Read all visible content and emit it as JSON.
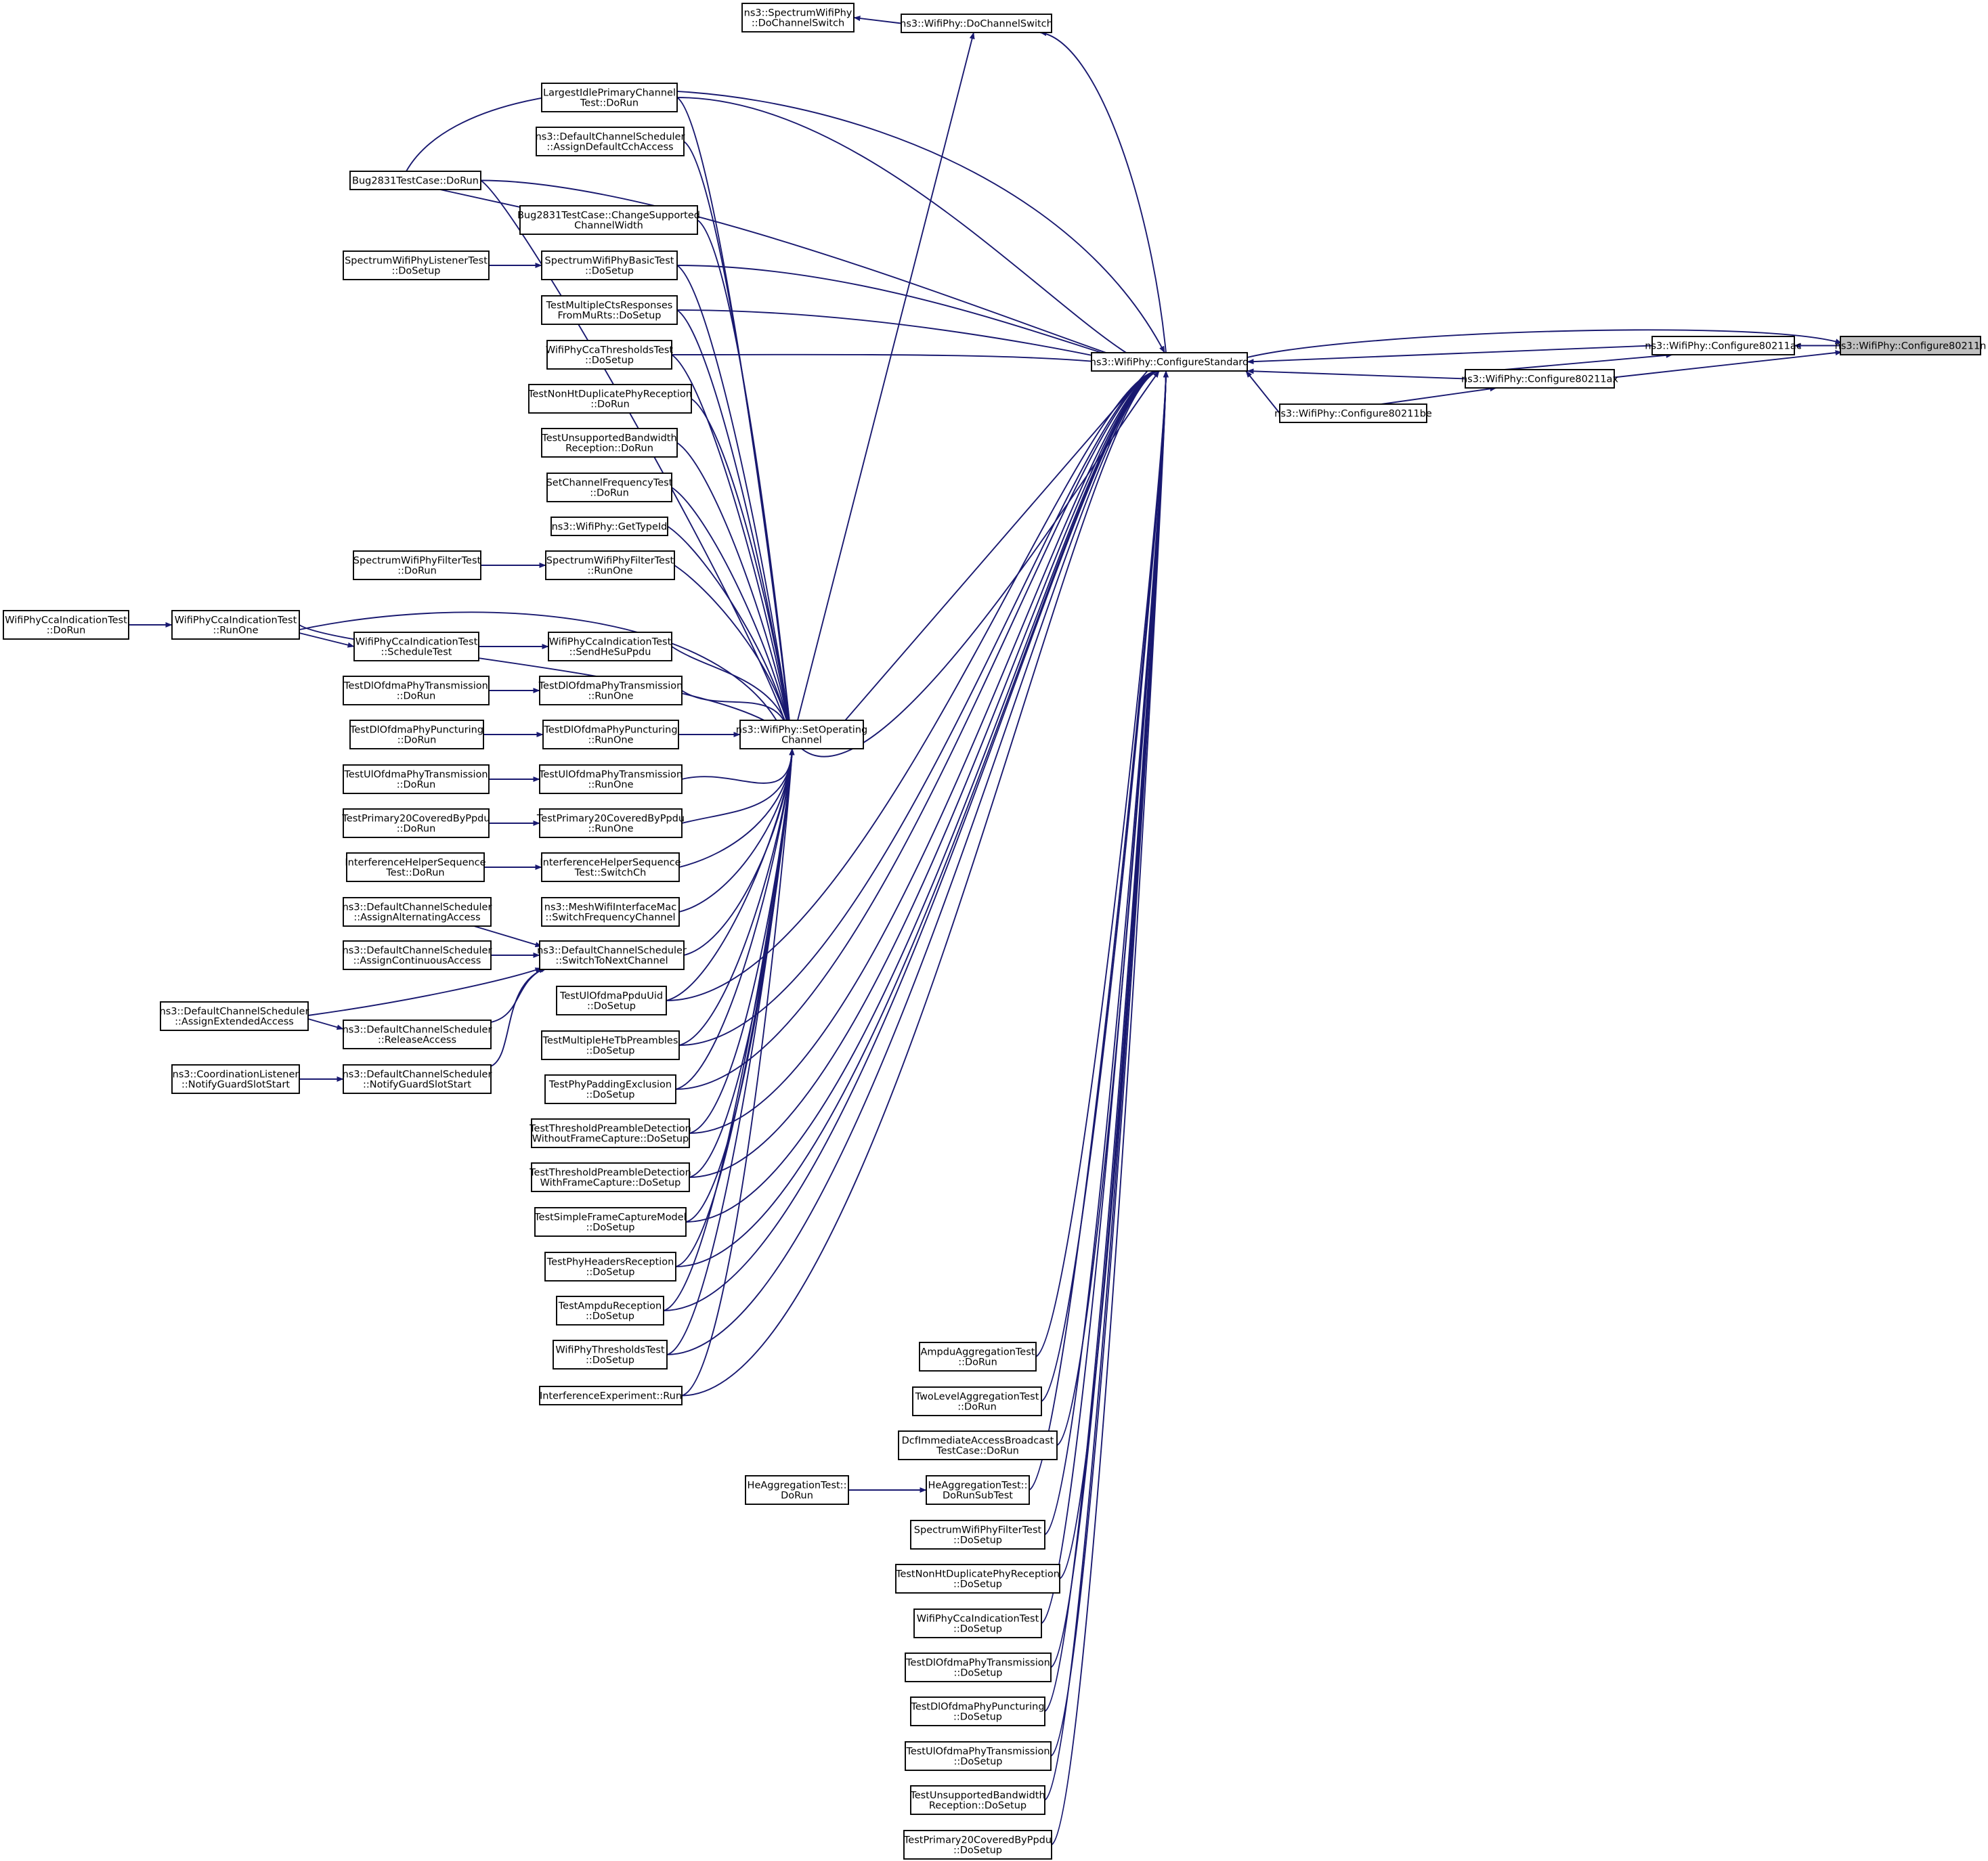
{
  "graph": {
    "edge_color": "#191970",
    "focus_fill": "#bfbfbf",
    "nodes": [
      {
        "id": "focus",
        "lines": [
          "ns3::WifiPhy::Configure80211n"
        ],
        "focus": true
      },
      {
        "id": "c80211ac",
        "lines": [
          "ns3::WifiPhy::Configure80211ac"
        ]
      },
      {
        "id": "c80211ax",
        "lines": [
          "ns3::WifiPhy::Configure80211ax"
        ]
      },
      {
        "id": "c80211be",
        "lines": [
          "ns3::WifiPhy::Configure80211be"
        ]
      },
      {
        "id": "cstd",
        "lines": [
          "ns3::WifiPhy::ConfigureStandard"
        ]
      },
      {
        "id": "setop",
        "lines": [
          "ns3::WifiPhy::SetOperating",
          "Channel"
        ]
      },
      {
        "id": "dochsw",
        "lines": [
          "ns3::WifiPhy::DoChannelSwitch"
        ]
      },
      {
        "id": "specdochsw",
        "lines": [
          "ns3::SpectrumWifiPhy",
          "::DoChannelSwitch"
        ]
      },
      {
        "id": "largest",
        "lines": [
          "LargestIdlePrimaryChannel",
          "Test::DoRun"
        ]
      },
      {
        "id": "dcsassigndef",
        "lines": [
          "ns3::DefaultChannelScheduler",
          "::AssignDefaultCchAccess"
        ]
      },
      {
        "id": "bug2831run",
        "lines": [
          "Bug2831TestCase::DoRun"
        ]
      },
      {
        "id": "bug2831chg",
        "lines": [
          "Bug2831TestCase::ChangeSupported",
          "ChannelWidth"
        ]
      },
      {
        "id": "specbasic",
        "lines": [
          "SpectrumWifiPhyBasicTest",
          "::DoSetup"
        ]
      },
      {
        "id": "speclistener",
        "lines": [
          "SpectrumWifiPhyListenerTest",
          "::DoSetup"
        ]
      },
      {
        "id": "multicts",
        "lines": [
          "TestMultipleCtsResponses",
          "FromMuRts::DoSetup"
        ]
      },
      {
        "id": "ccathresh",
        "lines": [
          "WifiPhyCcaThresholdsTest",
          "::DoSetup"
        ]
      },
      {
        "id": "nonhtrun",
        "lines": [
          "TestNonHtDuplicatePhyReception",
          "::DoRun"
        ]
      },
      {
        "id": "unsupbwrun",
        "lines": [
          "TestUnsupportedBandwidth",
          "Reception::DoRun"
        ]
      },
      {
        "id": "setchfreq",
        "lines": [
          "SetChannelFrequencyTest",
          "::DoRun"
        ]
      },
      {
        "id": "gettypeid",
        "lines": [
          "ns3::WifiPhy::GetTypeId"
        ]
      },
      {
        "id": "filterrunone",
        "lines": [
          "SpectrumWifiPhyFilterTest",
          "::RunOne"
        ]
      },
      {
        "id": "filterdorun",
        "lines": [
          "SpectrumWifiPhyFilterTest",
          "::DoRun"
        ]
      },
      {
        "id": "ccaindrunone",
        "lines": [
          "WifiPhyCcaIndicationTest",
          "::RunOne"
        ]
      },
      {
        "id": "ccainddorun",
        "lines": [
          "WifiPhyCcaIndicationTest",
          "::DoRun"
        ]
      },
      {
        "id": "ccaindsched",
        "lines": [
          "WifiPhyCcaIndicationTest",
          "::ScheduleTest"
        ]
      },
      {
        "id": "ccaindsend",
        "lines": [
          "WifiPhyCcaIndicationTest",
          "::SendHeSuPpdu"
        ]
      },
      {
        "id": "dltxrunone",
        "lines": [
          "TestDlOfdmaPhyTransmission",
          "::RunOne"
        ]
      },
      {
        "id": "dltxdorun",
        "lines": [
          "TestDlOfdmaPhyTransmission",
          "::DoRun"
        ]
      },
      {
        "id": "dlpuncrunone",
        "lines": [
          "TestDlOfdmaPhyPuncturing",
          "::RunOne"
        ]
      },
      {
        "id": "dlpuncdorun",
        "lines": [
          "TestDlOfdmaPhyPuncturing",
          "::DoRun"
        ]
      },
      {
        "id": "ultxrunone",
        "lines": [
          "TestUlOfdmaPhyTransmission",
          "::RunOne"
        ]
      },
      {
        "id": "ultxdorun",
        "lines": [
          "TestUlOfdmaPhyTransmission",
          "::DoRun"
        ]
      },
      {
        "id": "p20runone",
        "lines": [
          "TestPrimary20CoveredByPpdu",
          "::RunOne"
        ]
      },
      {
        "id": "p20dorun",
        "lines": [
          "TestPrimary20CoveredByPpdu",
          "::DoRun"
        ]
      },
      {
        "id": "ihsswitch",
        "lines": [
          "InterferenceHelperSequence",
          "Test::SwitchCh"
        ]
      },
      {
        "id": "ihsdorun",
        "lines": [
          "InterferenceHelperSequence",
          "Test::DoRun"
        ]
      },
      {
        "id": "meshswitch",
        "lines": [
          "ns3::MeshWifiInterfaceMac",
          "::SwitchFrequencyChannel"
        ]
      },
      {
        "id": "dcsswitch",
        "lines": [
          "ns3::DefaultChannelScheduler",
          "::SwitchToNextChannel"
        ]
      },
      {
        "id": "dcsalt",
        "lines": [
          "ns3::DefaultChannelScheduler",
          "::AssignAlternatingAccess"
        ]
      },
      {
        "id": "dcscont",
        "lines": [
          "ns3::DefaultChannelScheduler",
          "::AssignContinuousAccess"
        ]
      },
      {
        "id": "dcsext",
        "lines": [
          "ns3::DefaultChannelScheduler",
          "::AssignExtendedAccess"
        ]
      },
      {
        "id": "dcsrel",
        "lines": [
          "ns3::DefaultChannelScheduler",
          "::ReleaseAccess"
        ]
      },
      {
        "id": "dcsnotify",
        "lines": [
          "ns3::DefaultChannelScheduler",
          "::NotifyGuardSlotStart"
        ]
      },
      {
        "id": "coordnotify",
        "lines": [
          "ns3::CoordinationListener",
          "::NotifyGuardSlotStart"
        ]
      },
      {
        "id": "ulppduuid",
        "lines": [
          "TestUlOfdmaPpduUid",
          "::DoSetup"
        ]
      },
      {
        "id": "multihetb",
        "lines": [
          "TestMultipleHeTbPreambles",
          "::DoSetup"
        ]
      },
      {
        "id": "phypadding",
        "lines": [
          "TestPhyPaddingExclusion",
          "::DoSetup"
        ]
      },
      {
        "id": "threshwo",
        "lines": [
          "TestThresholdPreambleDetection",
          "WithoutFrameCapture::DoSetup"
        ]
      },
      {
        "id": "threshwith",
        "lines": [
          "TestThresholdPreambleDetection",
          "WithFrameCapture::DoSetup"
        ]
      },
      {
        "id": "simplecap",
        "lines": [
          "TestSimpleFrameCaptureModel",
          "::DoSetup"
        ]
      },
      {
        "id": "phyheaders",
        "lines": [
          "TestPhyHeadersReception",
          "::DoSetup"
        ]
      },
      {
        "id": "ampdurecv",
        "lines": [
          "TestAmpduReception",
          "::DoSetup"
        ]
      },
      {
        "id": "phythresh",
        "lines": [
          "WifiPhyThresholdsTest",
          "::DoSetup"
        ]
      },
      {
        "id": "interfexp",
        "lines": [
          "InterferenceExperiment::Run"
        ]
      },
      {
        "id": "ampduagg",
        "lines": [
          "AmpduAggregationTest",
          "::DoRun"
        ]
      },
      {
        "id": "twolevel",
        "lines": [
          "TwoLevelAggregationTest",
          "::DoRun"
        ]
      },
      {
        "id": "dcfimm",
        "lines": [
          "DcfImmediateAccessBroadcast",
          "TestCase::DoRun"
        ]
      },
      {
        "id": "heaggsub",
        "lines": [
          "HeAggregationTest::",
          "DoRunSubTest"
        ]
      },
      {
        "id": "heaggrun",
        "lines": [
          "HeAggregationTest::",
          "DoRun"
        ]
      },
      {
        "id": "filtersetup",
        "lines": [
          "SpectrumWifiPhyFilterTest",
          "::DoSetup"
        ]
      },
      {
        "id": "nonhtsetup",
        "lines": [
          "TestNonHtDuplicatePhyReception",
          "::DoSetup"
        ]
      },
      {
        "id": "ccaindsetup",
        "lines": [
          "WifiPhyCcaIndicationTest",
          "::DoSetup"
        ]
      },
      {
        "id": "dltxsetup",
        "lines": [
          "TestDlOfdmaPhyTransmission",
          "::DoSetup"
        ]
      },
      {
        "id": "dlpuncsetup",
        "lines": [
          "TestDlOfdmaPhyPuncturing",
          "::DoSetup"
        ]
      },
      {
        "id": "ultxsetup",
        "lines": [
          "TestUlOfdmaPhyTransmission",
          "::DoSetup"
        ]
      },
      {
        "id": "unsupbwsetup",
        "lines": [
          "TestUnsupportedBandwidth",
          "Reception::DoSetup"
        ]
      },
      {
        "id": "p20setup",
        "lines": [
          "TestPrimary20CoveredByPpdu",
          "::DoSetup"
        ]
      }
    ]
  }
}
